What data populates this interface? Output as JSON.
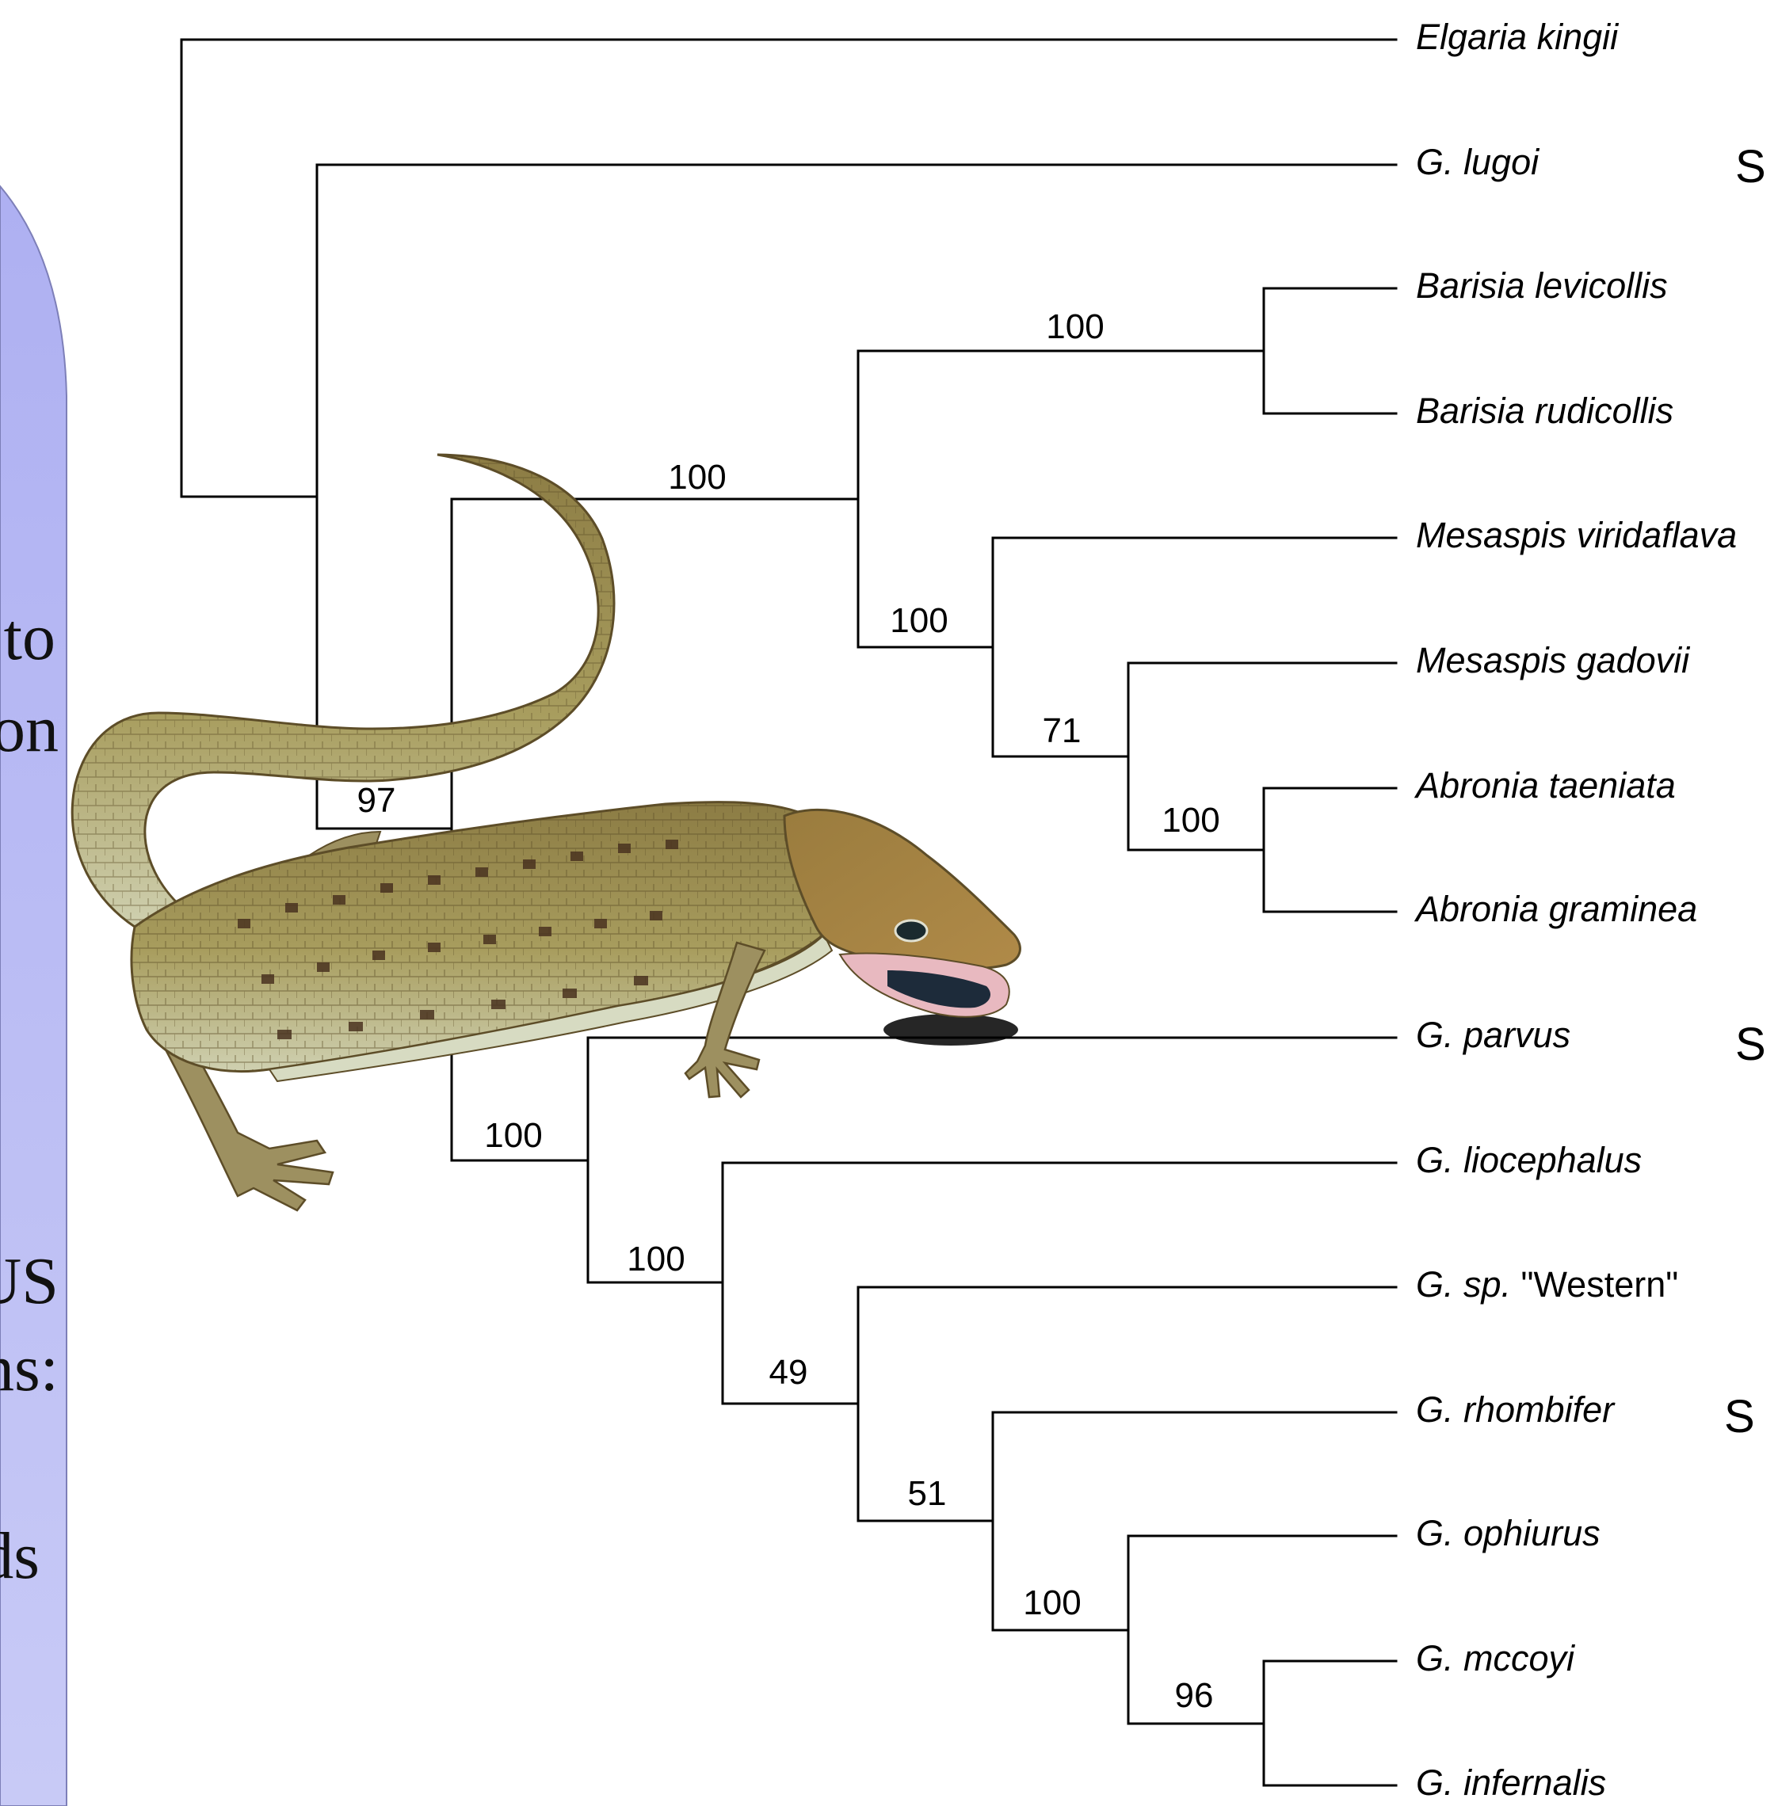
{
  "side_panel": {
    "color_top": "#aeb0f2",
    "color_bottom": "#c8caf6",
    "fragments": [
      "to",
      "on",
      "US",
      "ns:",
      "ds"
    ]
  },
  "taxa": [
    {
      "genus": "Elgaria",
      "epithet": "kingii",
      "suffix": "",
      "mark": ""
    },
    {
      "genus": "G.",
      "epithet": "lugoi",
      "suffix": "",
      "mark": "S"
    },
    {
      "genus": "Barisia",
      "epithet": "levicollis",
      "suffix": "",
      "mark": ""
    },
    {
      "genus": "Barisia",
      "epithet": "rudicollis",
      "suffix": "",
      "mark": ""
    },
    {
      "genus": "Mesaspis",
      "epithet": "viridaflava",
      "suffix": "",
      "mark": ""
    },
    {
      "genus": "Mesaspis",
      "epithet": "gadovii",
      "suffix": "",
      "mark": ""
    },
    {
      "genus": "Abronia",
      "epithet": "taeniata",
      "suffix": "",
      "mark": ""
    },
    {
      "genus": "Abronia",
      "epithet": "graminea",
      "suffix": "",
      "mark": ""
    },
    {
      "genus": "G.",
      "epithet": "parvus",
      "suffix": "",
      "mark": "S"
    },
    {
      "genus": "G.",
      "epithet": "liocephalus",
      "suffix": "",
      "mark": ""
    },
    {
      "genus": "G.",
      "epithet": "sp.",
      "suffix": "\"Western\"",
      "mark": ""
    },
    {
      "genus": "G.",
      "epithet": "rhombifer",
      "suffix": "",
      "mark": "S"
    },
    {
      "genus": "G.",
      "epithet": "ophiurus",
      "suffix": "",
      "mark": ""
    },
    {
      "genus": "G.",
      "epithet": "mccoyi",
      "suffix": "",
      "mark": ""
    },
    {
      "genus": "G.",
      "epithet": "infernalis",
      "suffix": "",
      "mark": ""
    }
  ],
  "support_values": [
    "100",
    "100",
    "100",
    "71",
    "100",
    "97",
    "100",
    "100",
    "49",
    "51",
    "100",
    "96"
  ],
  "illustration": {
    "subject": "lizard-photo",
    "body_color": "#a59a5c",
    "shade_color": "#6b5a30",
    "spot_color": "#4a3320",
    "belly_color": "#d7dbc2"
  }
}
